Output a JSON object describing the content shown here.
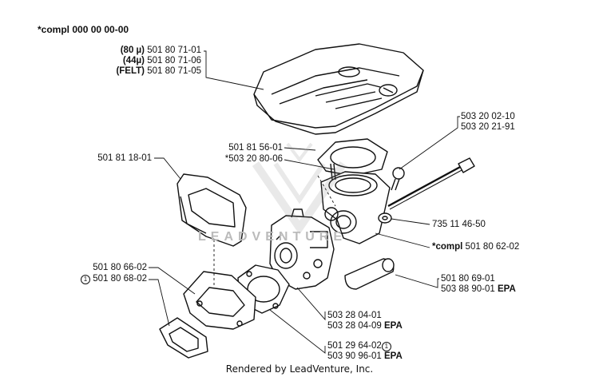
{
  "title": "*compl 000 00 00-00",
  "footer": "Rendered by LeadVenture, Inc.",
  "watermark": "LEADVENTURE",
  "labels": {
    "filter_80": {
      "spec": "(80 µ)",
      "part": "501 80 71-01"
    },
    "filter_44": {
      "spec": "(44µ)",
      "part": "501 80 71-06"
    },
    "filter_felt": {
      "spec": "(FELT)",
      "part": "501 80 71-05"
    },
    "bolt_a": "503 20 02-10",
    "bolt_b": "503 20 21-91",
    "gasket_a": "501 81 56-01",
    "gasket_b": "*503 20 80-06",
    "bracket": "501 81 18-01",
    "washer": "735 11 46-50",
    "carb_compl": {
      "prefix": "*compl",
      "part": "501 80 62-02"
    },
    "intake_a": "501 80 66-02",
    "intake_b": {
      "mark": "1",
      "part": "501 80 68-02"
    },
    "hose_a": "501 80 69-01",
    "hose_b": {
      "part": "503 88 90-01",
      "suffix": "EPA"
    },
    "carb_a": "503 28 04-01",
    "carb_b": {
      "part": "503 28 04-09",
      "suffix": "EPA"
    },
    "gasket_c": {
      "part": "501 29 64-02",
      "mark": "1"
    },
    "gasket_d": {
      "part": "503 90 96-01",
      "suffix": "EPA"
    }
  }
}
